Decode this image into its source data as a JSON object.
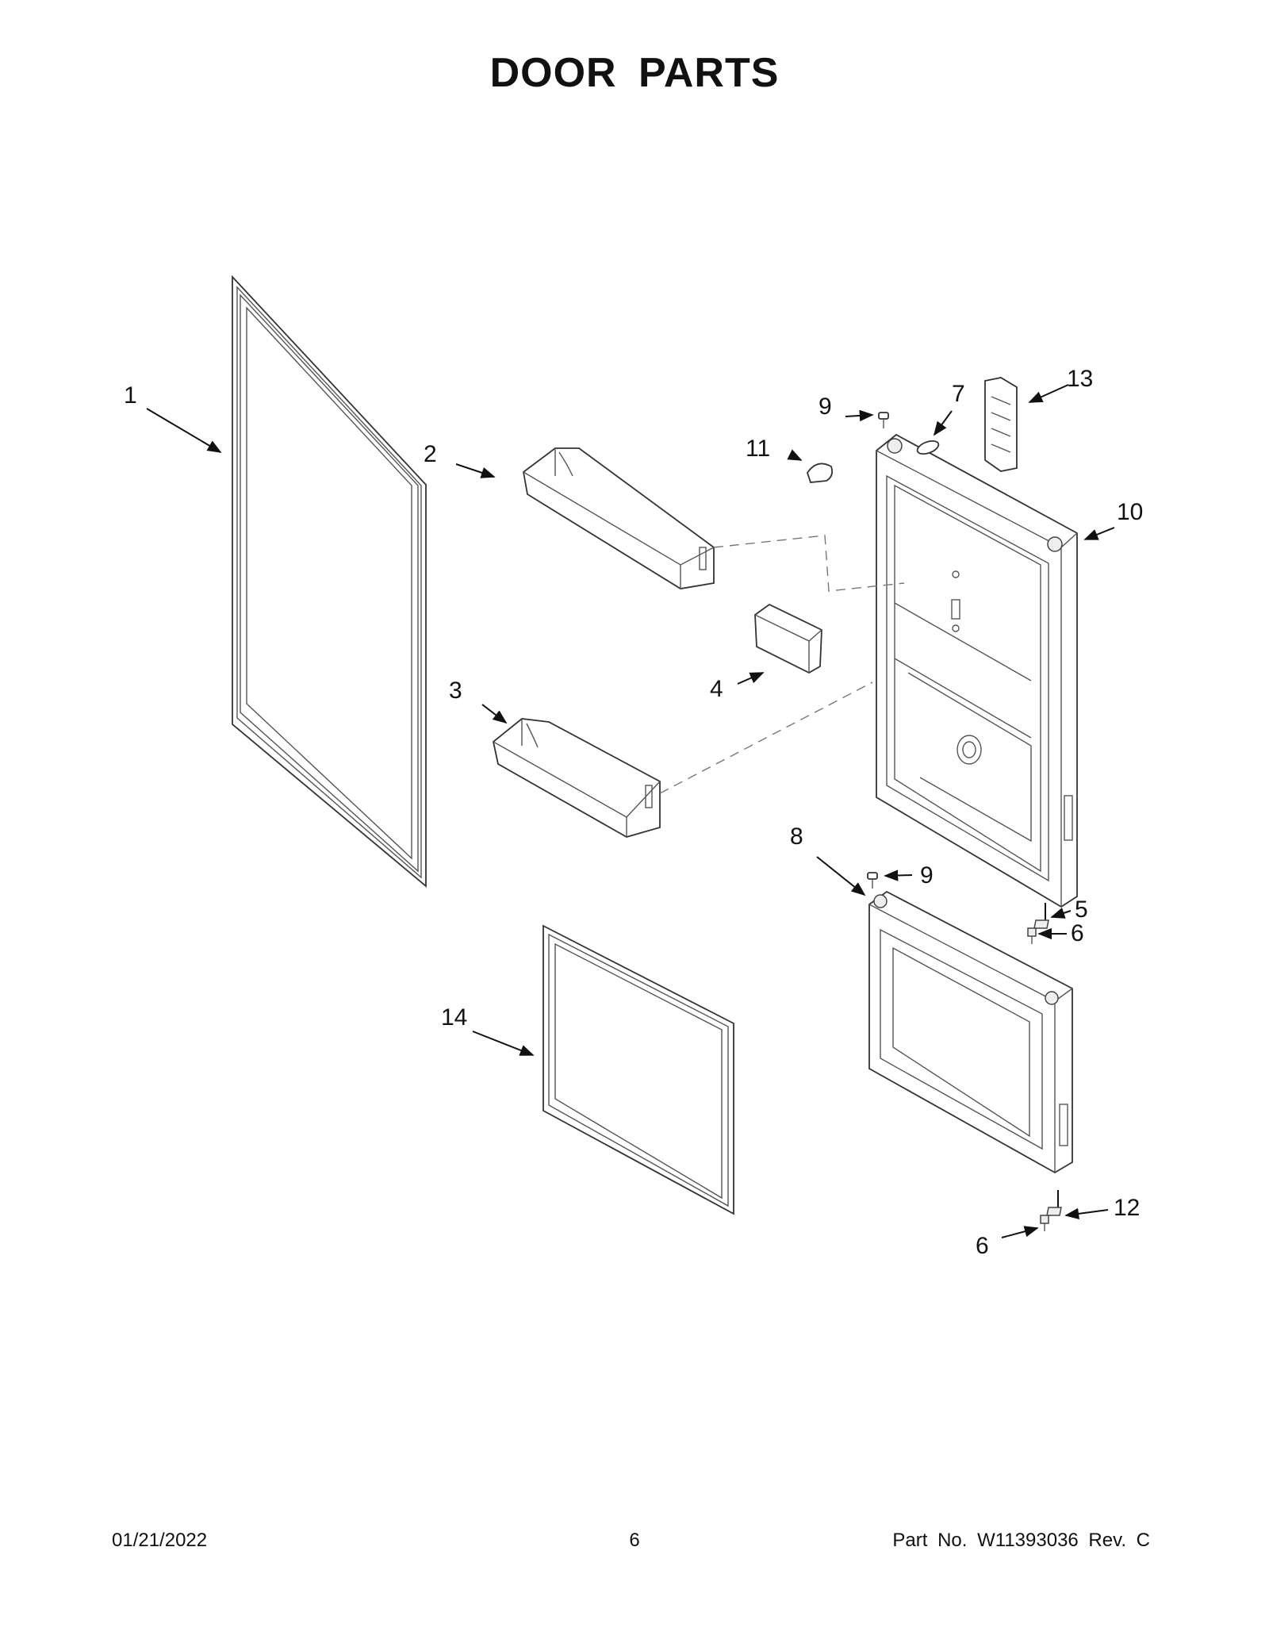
{
  "title": "DOOR PARTS",
  "callouts": {
    "c1": "1",
    "c2": "2",
    "c3": "3",
    "c4": "4",
    "c5": "5",
    "c6a": "6",
    "c6b": "6",
    "c7": "7",
    "c8": "8",
    "c9a": "9",
    "c9b": "9",
    "c10": "10",
    "c11": "11",
    "c12": "12",
    "c13": "13",
    "c14": "14"
  },
  "footer": {
    "date": "01/21/2022",
    "page": "6",
    "part_no": "Part No.  W11393036  Rev.  C"
  }
}
